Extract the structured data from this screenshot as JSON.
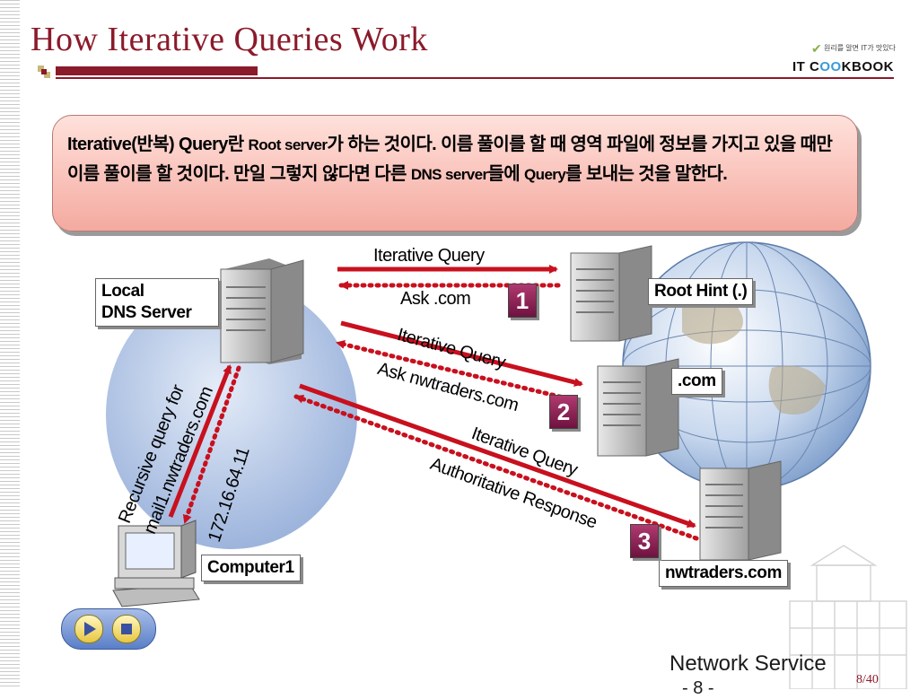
{
  "slide": {
    "title": "How Iterative Queries Work",
    "logo": {
      "tagline": "원리를 알면 IT가 맛있다",
      "brand_prefix": "IT C",
      "brand_oo": "OO",
      "brand_suffix": "KBOOK"
    },
    "callout": {
      "segments": [
        "Iterative(반복) Query란 ",
        "Root server",
        "가 하는 것이다. 이름 풀이를 할 때 영역 파일에 정보를 가지고 있을 때만 이름 풀이를 할 것이다. 만일 그렇지 않다면 다른 ",
        "DNS server",
        "들에 ",
        "Query",
        "를 보내는 것을 말한다."
      ]
    },
    "footer": {
      "text": "Network Service",
      "trail": "- 8 -",
      "page": "8/40"
    }
  },
  "diagram": {
    "nodes": {
      "local_dns": "Local\nDNS Server",
      "root_hint": "Root Hint (.)",
      "com": ".com",
      "nwtraders": "nwtraders.com",
      "computer": "Computer1"
    },
    "steps": [
      "1",
      "2",
      "3"
    ],
    "arrows": {
      "q1_label": "Iterative Query",
      "a1_label": "Ask .com",
      "q2_label": "Iterative Query",
      "a2_label": "Ask nwtraders.com",
      "q3_label": "Iterative Query",
      "a3_label": "Authoritative Response",
      "recursive_label_1": "Recursive query for",
      "recursive_label_2": "mail1.nwtraders.com",
      "reply_label": "172.16.64.11"
    },
    "colors": {
      "arrow": "#c8101e",
      "accent": "#8b1a2a",
      "step": "#8a1a50"
    }
  }
}
